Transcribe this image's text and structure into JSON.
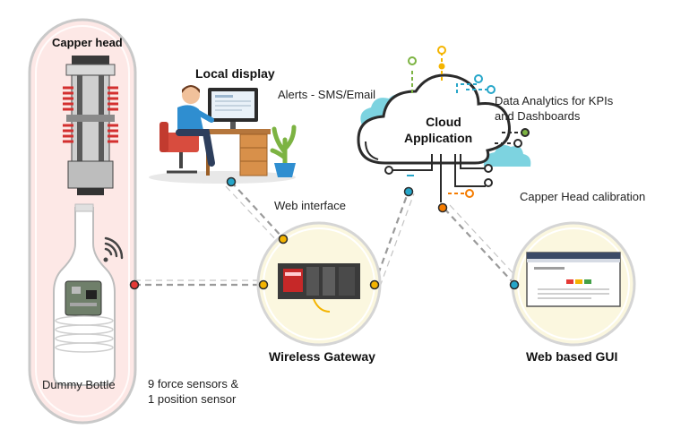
{
  "labels": {
    "capper_head": "Capper head",
    "local_display": "Local display",
    "alerts": "Alerts - SMS/Email",
    "cloud_line1": "Cloud",
    "cloud_line2": "Application",
    "data_analytics": "Data Analytics for KPIs\nand Dashboards",
    "capper_calibration": "Capper Head calibration",
    "web_interface": "Web interface",
    "wireless_gateway": "Wireless Gateway",
    "web_gui": "Web based GUI",
    "dummy_bottle": "Dummy Bottle",
    "sensors": "9 force sensors &\n1 position sensor"
  },
  "colors": {
    "capsule_fill": "#fde8e6",
    "capsule_stroke": "#c9c9c9",
    "circle_fill": "#fbf7df",
    "circle_stroke": "#d5d5d5",
    "dashed_line": "#9a9a9a",
    "cloud_light": "#7dd3e0",
    "dot_red": "#e53935",
    "dot_yellow": "#f4b400",
    "dot_teal": "#26a6c9",
    "dot_orange": "#f57c00",
    "dot_green": "#7cb342"
  },
  "icons": [
    "wifi-icon",
    "plant-icon",
    "desk-icon",
    "monitor-icon",
    "plc-rack-icon"
  ]
}
